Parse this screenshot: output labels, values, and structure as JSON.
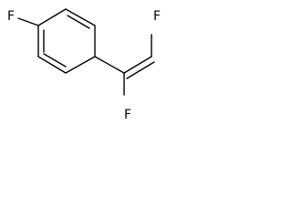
{
  "molecule": {
    "atoms": {
      "fluorine_ring": "F",
      "fluorine_vinyl_terminal": "F",
      "fluorine_vinyl_internal": "F"
    }
  }
}
